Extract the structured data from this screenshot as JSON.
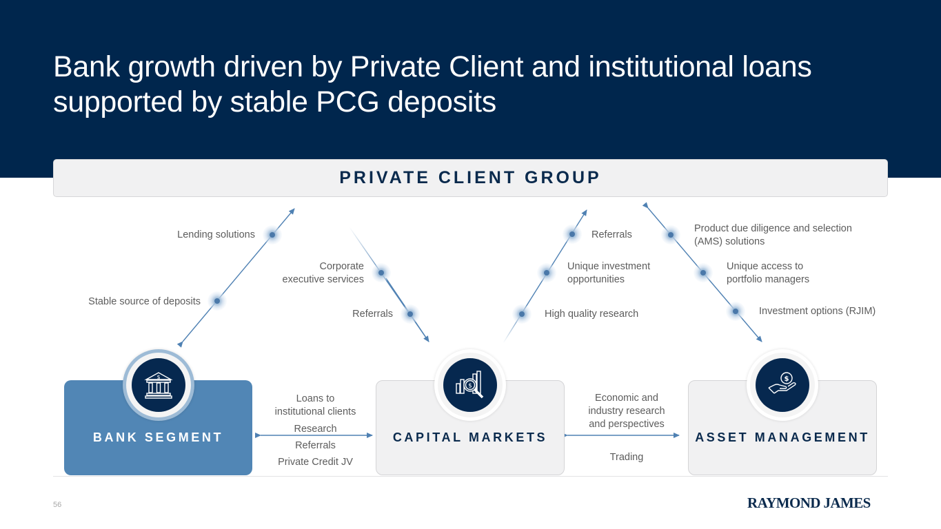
{
  "header": {
    "title_line1": "Bank growth driven by Private Client and institutional loans",
    "title_line2": "supported by stable PCG deposits"
  },
  "pcg": {
    "label": "PRIVATE CLIENT GROUP"
  },
  "links": {
    "pcg_bank": {
      "labels": [
        "Lending solutions",
        "Stable source of deposits"
      ]
    },
    "pcg_capital_markets_down": {
      "labels": [
        "Corporate executive services",
        "Referrals"
      ],
      "label0_line1": "Corporate",
      "label0_line2": "executive services"
    },
    "capital_markets_pcg_up": {
      "labels": [
        "Referrals",
        "Unique investment opportunities",
        "High quality research"
      ],
      "label1_line1": "Unique investment",
      "label1_line2": "opportunities"
    },
    "asset_mgmt_pcg": {
      "labels": [
        "Product due diligence and selection (AMS) solutions",
        "Unique access to portfolio managers",
        "Investment options (RJIM)"
      ],
      "label0_line1": "Product due diligence and selection",
      "label0_line2": "(AMS) solutions",
      "label1_line1": "Unique access to",
      "label1_line2": "portfolio managers"
    }
  },
  "bank_to_cm": {
    "items": [
      "Loans to",
      "institutional clients",
      "Research",
      "Referrals",
      "Private Credit JV"
    ]
  },
  "cm_to_am": {
    "items": [
      "Economic and",
      "industry research",
      "and perspectives",
      "Trading"
    ]
  },
  "segments": {
    "bank": {
      "name": "BANK SEGMENT",
      "icon": "bank-building-icon"
    },
    "capital_markets": {
      "name": "CAPITAL MARKETS",
      "icon": "chart-magnifier-icon"
    },
    "asset_management": {
      "name": "ASSET MANAGEMENT",
      "icon": "hand-coin-icon"
    }
  },
  "footer": {
    "page_number": "56",
    "logo": "RAYMOND JAMES"
  },
  "colors": {
    "navy": "#00264d",
    "bank_blue": "#5186b5",
    "line_blue": "#4f81b3",
    "panel_gray": "#f1f1f2"
  }
}
